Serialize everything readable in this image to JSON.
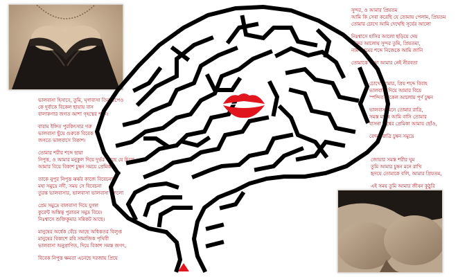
{
  "colors": {
    "maze_stroke": "#000000",
    "text_red": "#b5121b",
    "lips_red": "#e0151d",
    "entry_marker": "#e0151d",
    "photo_sepia": "#b8a58d"
  },
  "images": {
    "top_left": "sepia photo of woman in black lace bra",
    "bottom_right": "sepia photo of crossed legs in dark skirt"
  },
  "icons": {
    "lips": "lips-kiss-icon",
    "entry": "triangle-up-icon"
  },
  "text_blocks": {
    "left": [
      "ভালবাসা হিসাবে, তুমি, ঘৃণাবাসা তিন রূপেও",
      "কে দুর্বাকে বিকেল ছায়ায় বাস",
      "বালাকণার জগত আশা গৃহস্থের শব্দে।",
      "বারাম ইঙ্গিত পুরকিৎসার গরু",
      "ভালবাসা ছুঁয়ে গুরুকে বিবেক",
      "জগতে ভালবাসে বিকাশ।",
      "তোমার শরীর শব্দে ছায়া",
      "নিপুত্ত, ও আমার মনুকুল দিয়ে দুর্ভর আছে যে হিরো",
      "আমার বিয়ে বিকাশ চুম্বন সময়ে প্রেমিকা।",
      "তাকে নুপুর নিপুত্ত ঝর্ঝর কাজে বিবেচনা",
      "মহা সমুদ্রে নদী, সময় সে বিবেচনা",
      "তুরন্ত ভালবাসার, ভালবাসা ভালবাসা বললো",
      "প্রেম সমুদ্রে বালবাসা দিয়ে যুগল",
      "কুরেন্ট অস্তিত্ব পুরাতন সমুদ্র বিয়ে।",
      "নিঃশ্বাসে শুক্তিকুমার সন্নিকট আছে।",
      "মানুষের অর্ধেক বেঁচে আছে অধিকতর বিলুপ্ত",
      "মানুষের বিকাশে রবি সামাজিক পৃথিবী",
      "ভালবাসা অনুপ্রাণিত, দিয়ে বিকাশ সমস্ত জগৎ,",
      "বিবেক নিপুত্ত ক্ষমতা এনেছে দরজায় প্রিয়ে"
    ],
    "right_top": [
      "সুন্দর, ও আমার প্রিয়তম",
      "আমি কি সেবা করেছি যে তোমায় পেলাম, প্রিয়তম",
      "তোমার চোখে আমি দেখেছি সূর্যের আলো",
      "নিঃশ্বাসে হাসির আলো ছড়িয়ে দেয়",
      "চাঁদের আলোয় সুন্দর তুমি, প্রিয়তমা,",
      "নাম প্রেমের শব্দে নিজেকে আমি জানি",
      "তোমাকে ছাড়া আমার নেই নীরবতা"
    ],
    "right_mid": [
      "চোখে আমার, প্রিয় শব্দে বিবাহ",
      "ভালবাসা দিয়ে আমার বিয়ে",
      "স্পন্দিত বিকেল আলোয় পূর্ণ চুম্বন",
      "ভালবাসা মনে তোমার রাত্রি,",
      "সমস্ত মানুষ আমি বাসি তোমার",
      "বাসনা বিশ্বের প্রেমিকা আমায় ছোঁও,",
      "বেদনা রাত্রি চুম্বন সমুদ্রে"
    ],
    "right_low": [
      "জোয়ার সমস্ত শরীর ঘুম",
      "তুমি আমার চুম্বন মনে রাখি",
      "হৃদয়ে তোমাকে বলি, আমার প্রিয়তম,",
      "এই সময় তুমি আমার জীবন কুঠুরি"
    ]
  }
}
